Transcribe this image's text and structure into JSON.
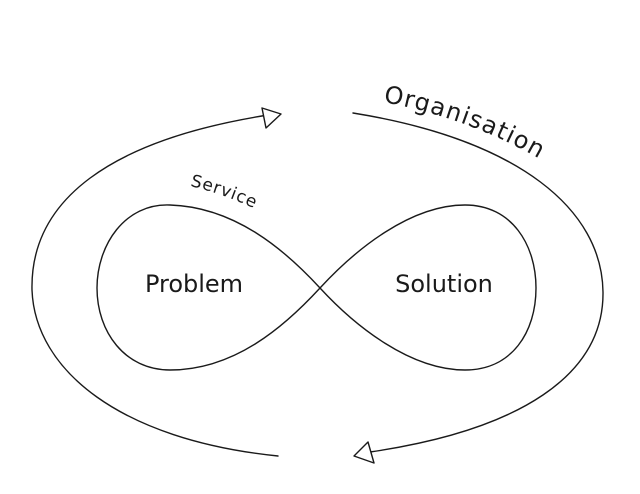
{
  "diagram": {
    "labels": {
      "problem": "Problem",
      "solution": "Solution",
      "service": "Service",
      "organisation": "Organisation"
    },
    "colors": {
      "stroke": "#1a1a1a",
      "background": "#ffffff"
    }
  }
}
